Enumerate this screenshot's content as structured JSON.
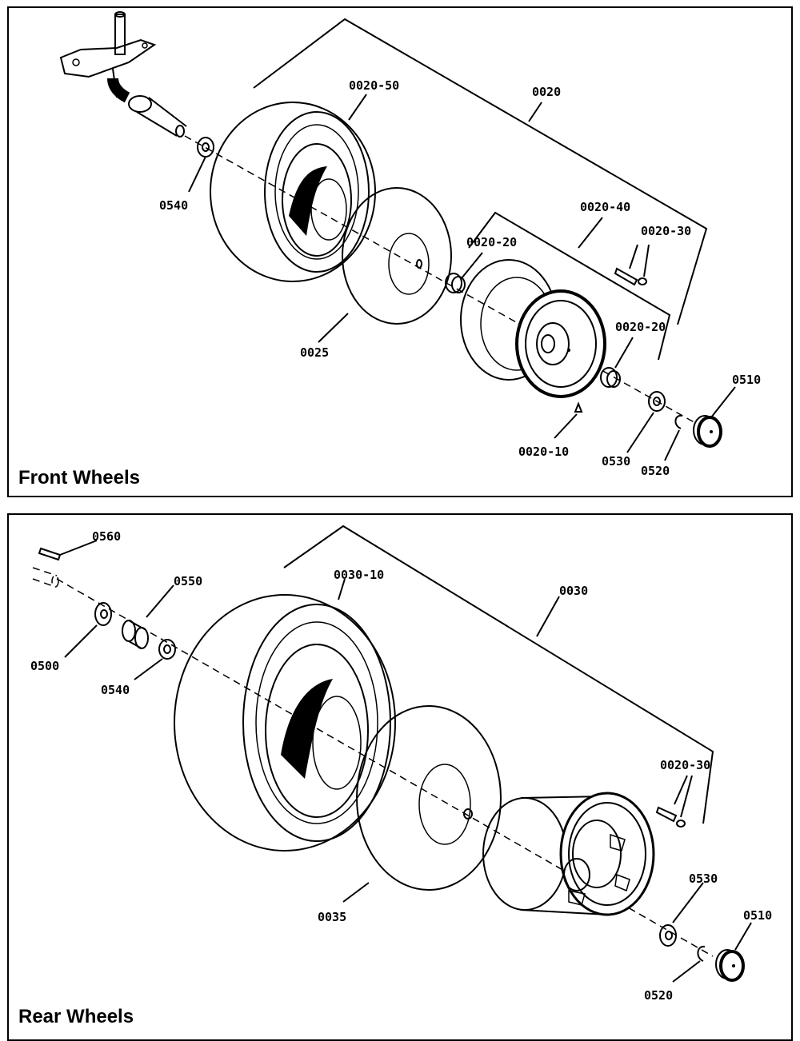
{
  "front": {
    "title": "Front Wheels",
    "labels": {
      "p0020": "0020",
      "p0020_50": "0020-50",
      "p0540": "0540",
      "p0020_40": "0020-40",
      "p0020_30": "0020-30",
      "p0020_20_a": "0020-20",
      "p0020_20_b": "0020-20",
      "p0025": "0025",
      "p0510": "0510",
      "p0020_10": "0020-10",
      "p0530": "0530",
      "p0520": "0520"
    }
  },
  "rear": {
    "title": "Rear Wheels",
    "labels": {
      "p0560": "0560",
      "p0550": "0550",
      "p0030_10": "0030-10",
      "p0030": "0030",
      "p0500": "0500",
      "p0540": "0540",
      "p0020_30": "0020-30",
      "p0530": "0530",
      "p0510": "0510",
      "p0035": "0035",
      "p0520": "0520"
    }
  }
}
